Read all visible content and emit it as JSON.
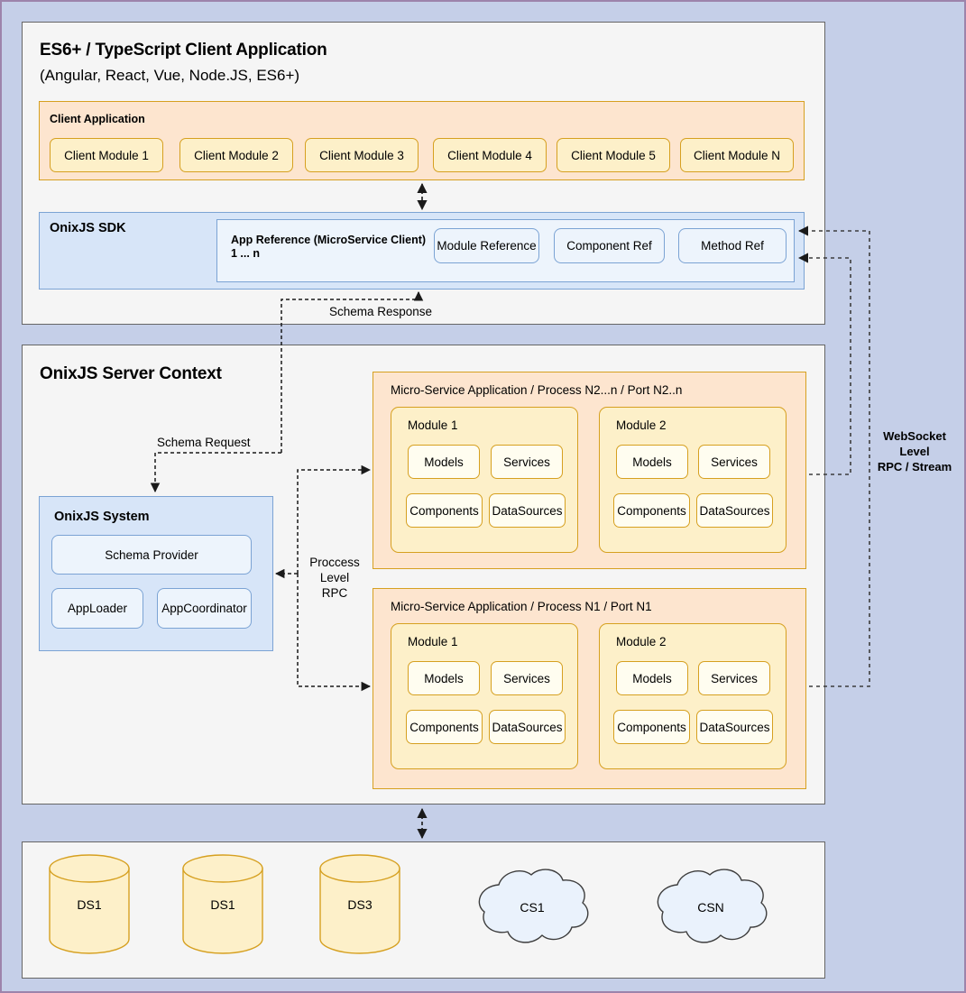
{
  "diagram": {
    "background_color": "#c5cfe8",
    "border_color": "#9d84ab"
  },
  "client_panel": {
    "title": "ES6+ / TypeScript Client Application",
    "subtitle": "(Angular, React, Vue, Node.JS, ES6+)",
    "client_application": {
      "label": "Client Application",
      "modules": [
        "Client Module 1",
        "Client Module 2",
        "Client Module 3",
        "Client Module 4",
        "Client Module 5",
        "Client Module N"
      ]
    },
    "sdk": {
      "label": "OnixJS SDK",
      "app_reference_line1": "App Reference (MicroService Client)",
      "app_reference_line2": "1 ... n",
      "refs": [
        "Module Reference",
        "Component Ref",
        "Method Ref"
      ]
    }
  },
  "server_panel": {
    "title": "OnixJS Server Context",
    "system": {
      "label": "OnixJS System",
      "schema_provider": "Schema Provider",
      "app_loader": "AppLoader",
      "app_coordinator": "AppCoordinator"
    },
    "microservices": [
      {
        "title": "Micro-Service Application / Process N2...n / Port N2..n",
        "modules": [
          {
            "name": "Module 1",
            "items": [
              "Models",
              "Services",
              "Components",
              "DataSources"
            ]
          },
          {
            "name": "Module 2",
            "items": [
              "Models",
              "Services",
              "Components",
              "DataSources"
            ]
          }
        ]
      },
      {
        "title": "Micro-Service Application / Process N1 / Port N1",
        "modules": [
          {
            "name": "Module 1",
            "items": [
              "Models",
              "Services",
              "Components",
              "DataSources"
            ]
          },
          {
            "name": "Module 2",
            "items": [
              "Models",
              "Services",
              "Components",
              "DataSources"
            ]
          }
        ]
      }
    ]
  },
  "data_panel": {
    "datastores": [
      "DS1",
      "DS1",
      "DS3"
    ],
    "cloudservices": [
      "CS1",
      "CSN"
    ]
  },
  "edges": {
    "schema_response": "Schema Response",
    "schema_request": "Schema Request",
    "process_level_rpc": "Proccess\nLevel\nRPC",
    "websocket_level": "WebSocket\nLevel\nRPC / Stream"
  }
}
